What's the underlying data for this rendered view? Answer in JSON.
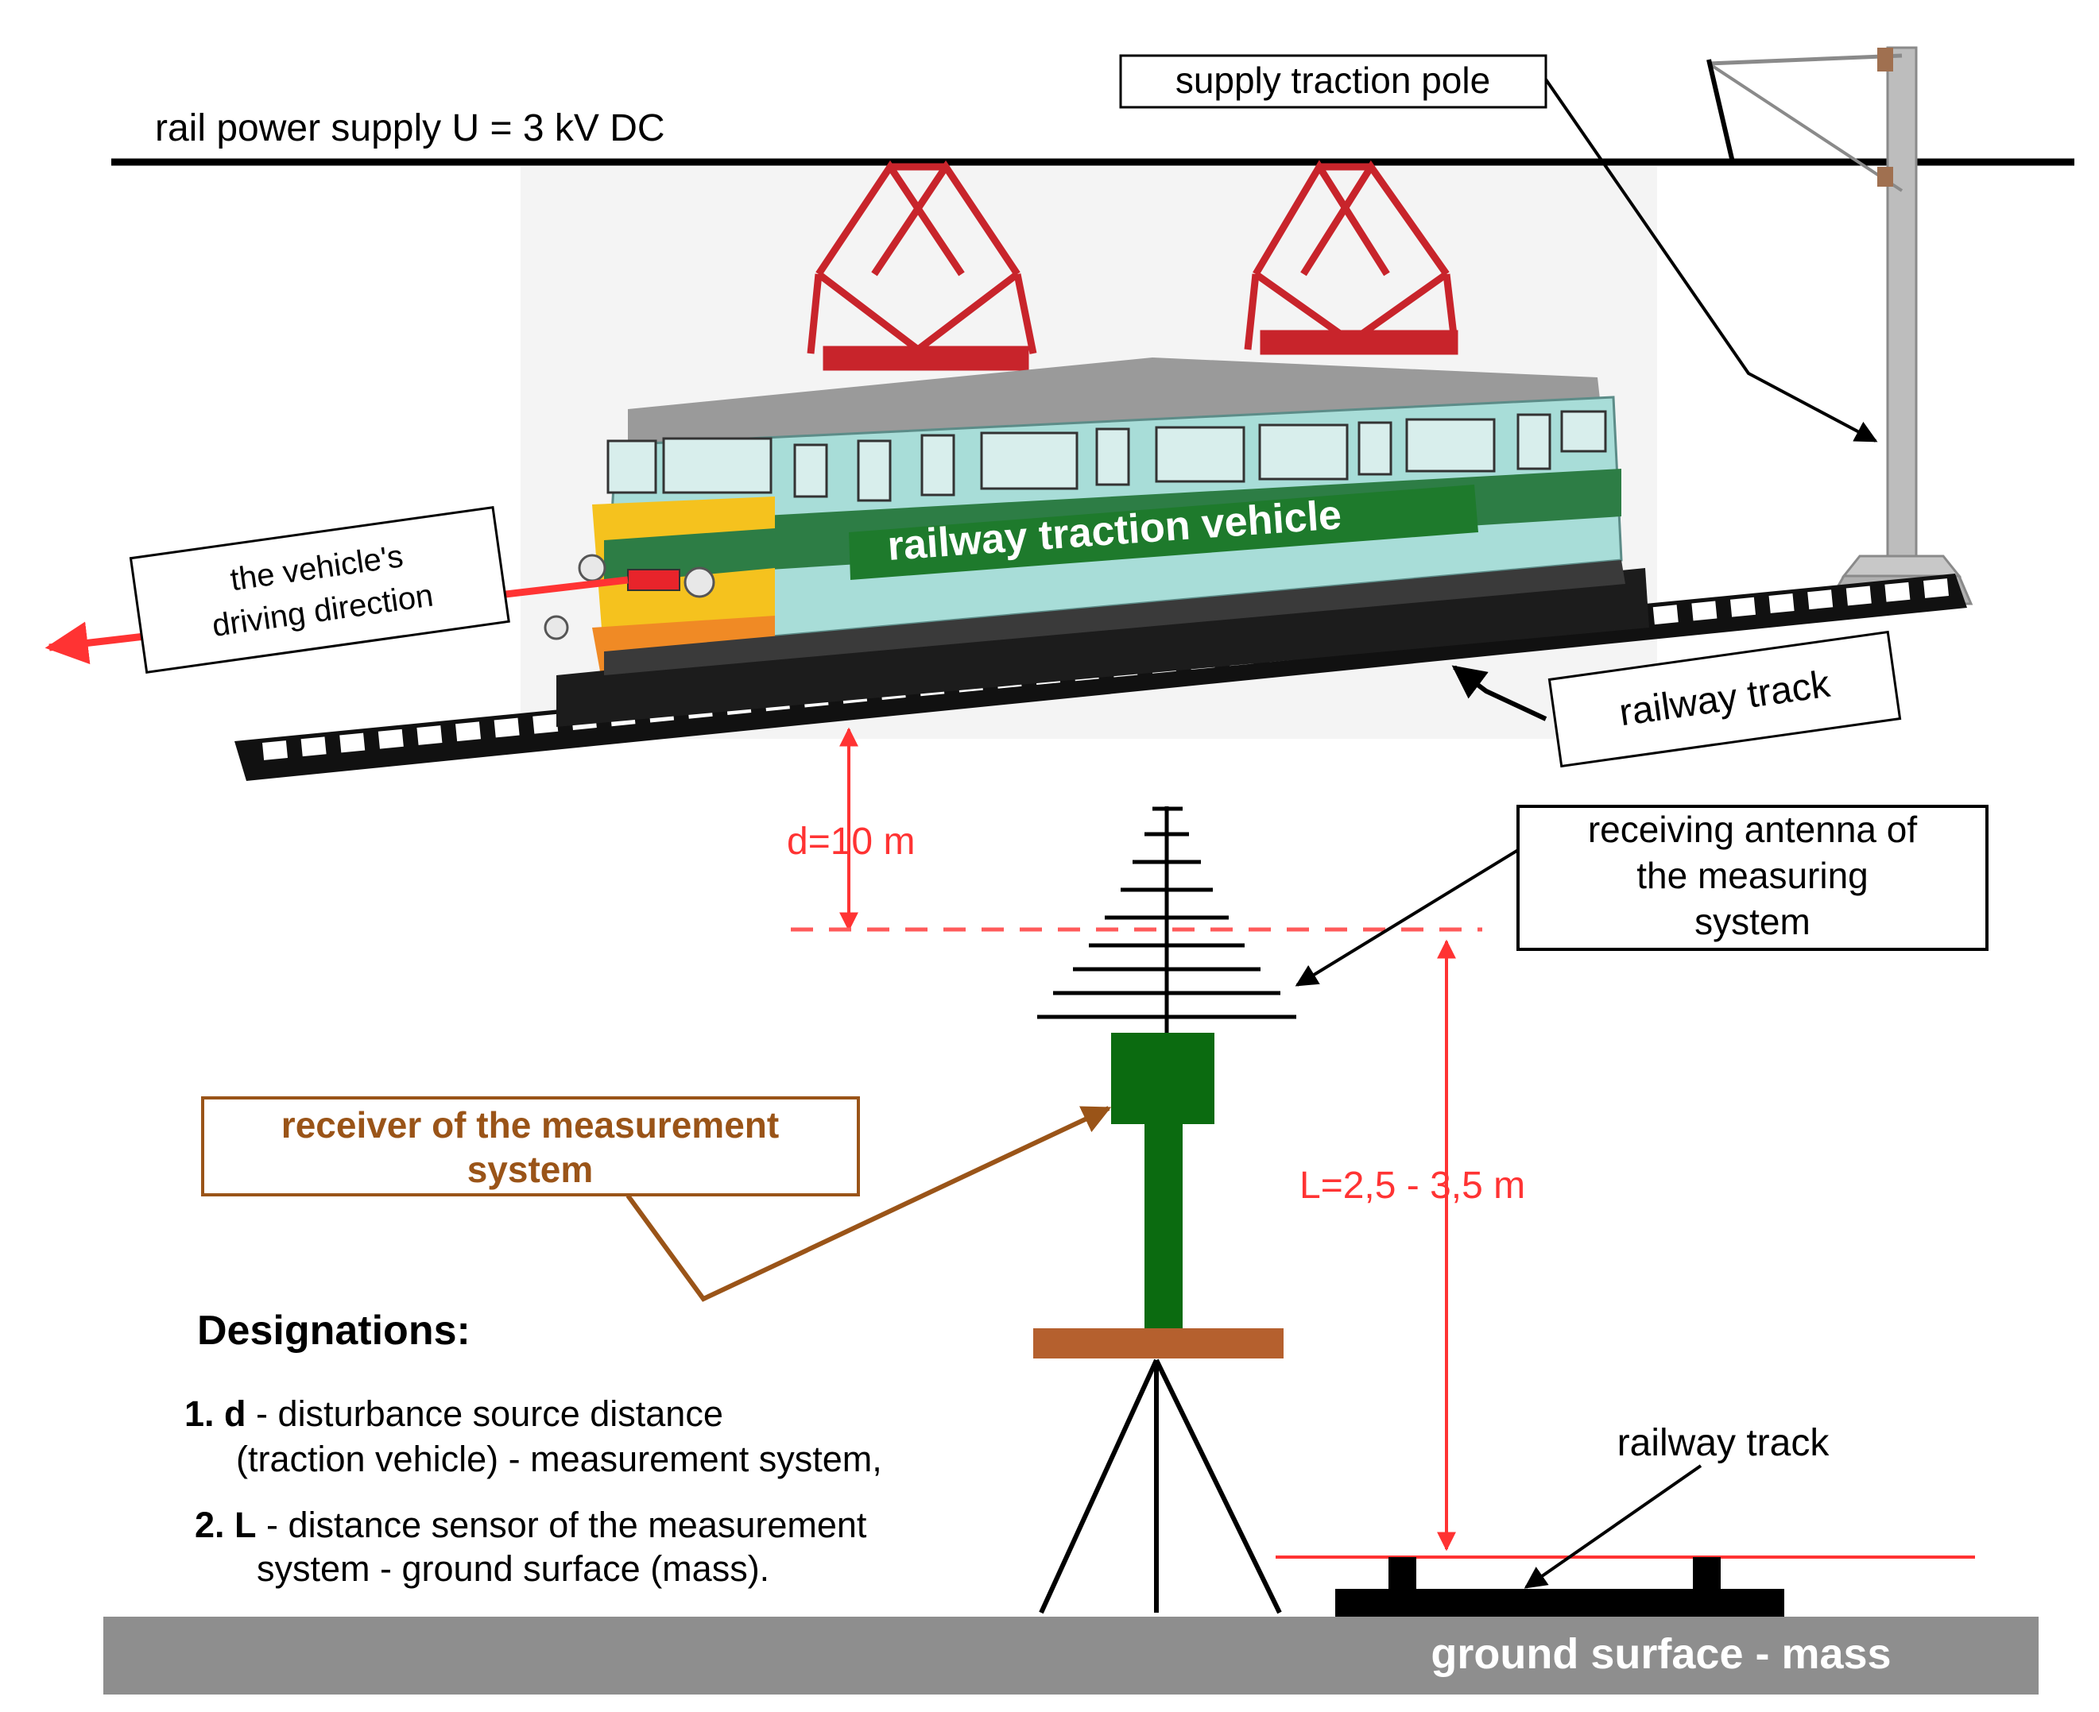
{
  "labels": {
    "power_supply": "rail power supply U = 3 kV DC",
    "supply_pole": "supply traction pole",
    "vehicle": "railway traction vehicle",
    "driving_direction_1": "the vehicle's",
    "driving_direction_2": "driving direction",
    "track_top": "railway track",
    "distance_d": "d=10 m",
    "antenna_1": "receiving antenna of",
    "antenna_2": "the measuring",
    "antenna_3": "system",
    "receiver_1": "receiver of the measurement",
    "receiver_2": "system",
    "distance_L": "L=2,5 - 3,5 m",
    "track_bottom": "railway track",
    "ground": "ground surface - mass"
  },
  "designations": {
    "title": "Designations:",
    "item1_num": "1.",
    "item1_key": "d",
    "item1_line1": " - disturbance source distance",
    "item1_line2": "(traction vehicle) - measurement system,",
    "item2_num": "2.",
    "item2_key": "L",
    "item2_line1": " - distance sensor of the measurement",
    "item2_line2": "system - ground surface (mass)."
  },
  "colors": {
    "red": "#ff3333",
    "dash_red": "#ff5a5a",
    "green": "#0b6b10",
    "vehicle_body": "#a8ddd8",
    "vehicle_band": "#2d7d45",
    "vehicle_nose": "#f5c21e",
    "brown": "#9a5418",
    "mount": "#b5602e",
    "ground": "#8e8e8e",
    "pole": "#bdbdbd"
  }
}
